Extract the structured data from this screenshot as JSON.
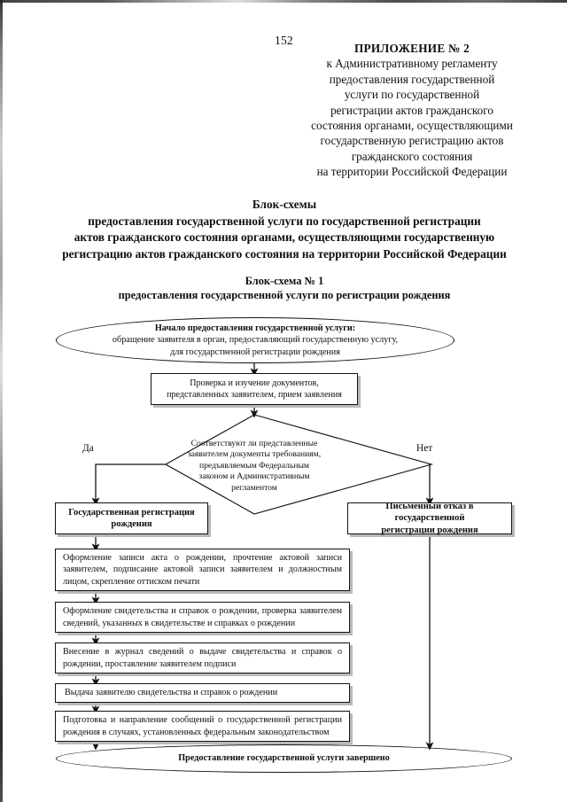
{
  "page": {
    "number": "152",
    "language": "ru"
  },
  "appendix": {
    "title": "ПРИЛОЖЕНИЕ № 2",
    "lines": [
      "к Административному регламенту",
      "предоставления государственной",
      "услуги по государственной",
      "регистрации актов гражданского",
      "состояния органами, осуществляющими",
      "государственную регистрацию актов",
      "гражданского состояния",
      "на территории Российской Федерации"
    ]
  },
  "doc_title": {
    "head": "Блок-схемы",
    "lines": [
      "предоставления государственной услуги по государственной регистрации",
      "актов гражданского состояния органами, осуществляющими государственную",
      "регистрацию актов гражданского состояния на территории Российской Федерации"
    ]
  },
  "chart_title": {
    "head": "Блок-схема № 1",
    "sub": "предоставления государственной услуги по регистрации рождения"
  },
  "flowchart": {
    "start": {
      "strong_line": "Начало предоставления государственной услуги:",
      "line2": "обращение заявителя в орган, предоставляющий государственную услугу,",
      "line3": "для государственной регистрации рождения"
    },
    "check_documents": {
      "line1": "Проверка и изучение документов,",
      "line2": "представленных заявителем, прием заявления"
    },
    "decision": {
      "line1": "Соответствуют ли представленные",
      "line2": "заявителем документы требованиям,",
      "line3": "предъявляемым Федеральным",
      "line4": "законом и Административным",
      "line5": "регламентом"
    },
    "branch_yes": "Да",
    "branch_no": "Нет",
    "registration": {
      "line1": "Государственная регистрация",
      "line2": "рождения"
    },
    "refusal": {
      "line1": "Письменный отказ в государственной",
      "line2": "регистрации рождения"
    },
    "steps": [
      "Оформление записи акта о рождении, прочтение актовой записи заявителем, подписание актовой записи заявителем и должностным лицом, скрепление оттиском печати",
      "Оформление свидетельства и справок о рождении, проверка заявителем сведений, указанных в свидетельстве и справках о рождении",
      "Внесение в журнал сведений о выдаче свидетельства и справок о рождении, проставление заявителем подписи",
      "Выдача заявителю свидетельства и справок о рождении",
      "Подготовка и направление сообщений о государственной регистрации рождения в случаях, установленных федеральным законодательством"
    ],
    "end": "Предоставление государственной услуги завершено"
  },
  "colors": {
    "ink": "#121212",
    "paper": "#ffffff",
    "shadow": "#b9b9b9"
  }
}
